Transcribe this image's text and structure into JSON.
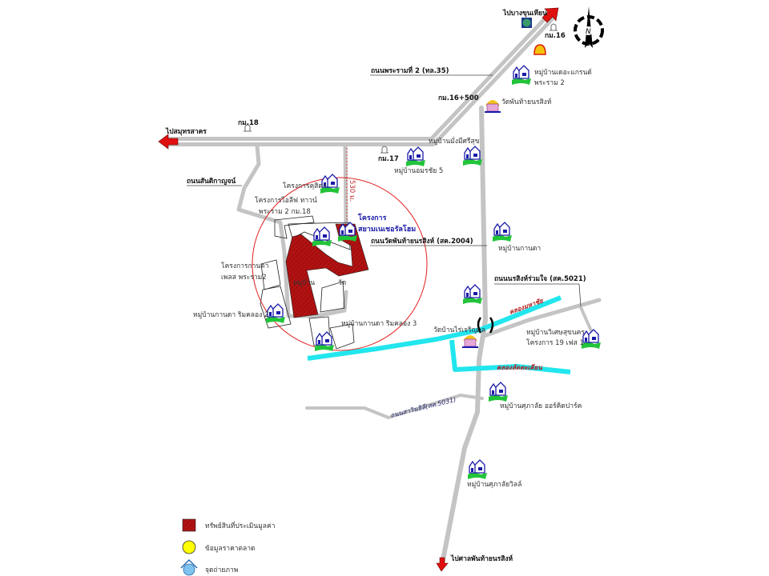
{
  "destinations": {
    "west": "ไปสมุทรสาคร",
    "northeast": "ไปบางขุนเทียน",
    "south": "ไปศาลพันท้ายนรสิงห์"
  },
  "km_markers": {
    "km16": "กม.16",
    "km17": "กม.17",
    "km18": "กม.18",
    "km16_500": "กม.16+500"
  },
  "roads": {
    "rama2": "ถนนพระรามที่ 2 (ทล.35)",
    "santikanyon": "ถนนสันติกาญจน์",
    "wat_phanthai": "ถนนวัดพันท้ายนรสิงห์ (สค.2004)",
    "norasing": "ถนนนรสิงห์ร่วมใจ (สค.5021)",
    "sawan": "ถนนสาวินธิลี(สค.5031)"
  },
  "canals": {
    "mahachai": "คลองมหาชัย",
    "latsatian": "คลองลัดตะเคียน"
  },
  "distance_label": "530 ม.",
  "subject": {
    "line1": "โครงการ",
    "line2": "สยามเนเชอรัลโฮม"
  },
  "places": {
    "the_grand": [
      "หมู่บ้านเดอะแกรนด์",
      "พระราม 2"
    ],
    "wat_phanthai": "วัดพันท้ายนรสิงห์",
    "mangmee": "หมู่บ้านมั่งมีศรีสุข",
    "amornchai": "หมู่บ้านอมรชัย 5",
    "kusida": "โครงการคุสิดา",
    "ilife": [
      "โครงการไอลีฟ ทาวน์",
      "พระราม 2 กม.18"
    ],
    "kanda_place": [
      "โครงการกานดา",
      "เพลส พระราม2"
    ],
    "kanda2": "หมู่บ้านกานดา ริมคลอง 2",
    "kanda3": "หมู่บ้านกานดา ริมคลอง 3",
    "village_inside": "หมู่บ้าน",
    "wat_inside": "วัด",
    "kanda": "หมู่บ้านกานดา",
    "wat_rai": "วัดบ้านไร่เจริญผล",
    "wiset": [
      "หมู่บ้านวิเศษสุขนคร",
      "โครงการ 19 เฟส 1"
    ],
    "supalai_orchid": "หมู่บ้านศุภาลัย ออร์คิดปาร์ค",
    "supalai_ville": "หมู่บ้านศุภาลัยวิลล์"
  },
  "compass": "N",
  "legend": [
    {
      "label": "ทรัพย์สินที่ประเมินมูลค่า",
      "icon": "red-hatched-square",
      "color": "#cc1111"
    },
    {
      "label": "ข้อมูลราคาตลาด",
      "icon": "yellow-circle",
      "color": "#ffff00"
    },
    {
      "label": "จุดถ่ายภาพ",
      "icon": "photo-point",
      "color": "#7fc4ef"
    }
  ],
  "colors": {
    "road": "#c4c4c4",
    "canal": "#22e6ee",
    "subject": "#b31212",
    "circle": "#e02020"
  }
}
